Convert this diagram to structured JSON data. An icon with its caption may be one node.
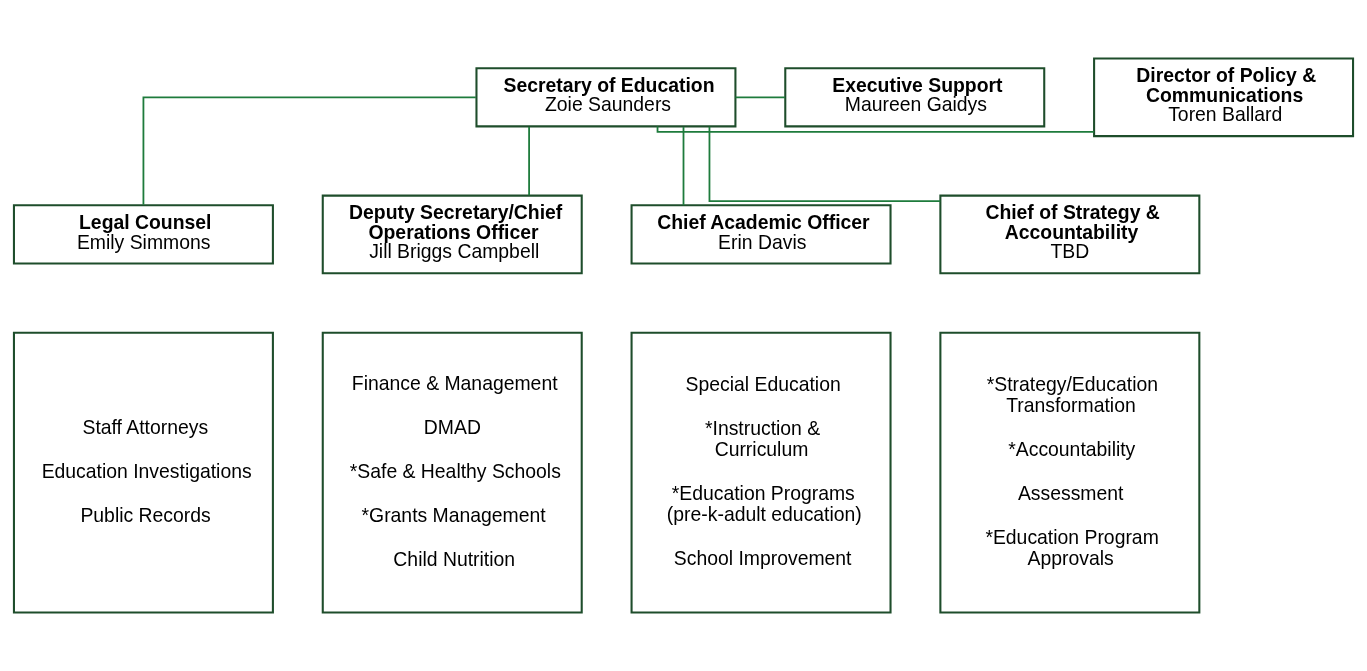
{
  "diagram": {
    "nodes": [
      {
        "text": [
          "Secretary of Education",
          "Zoie Saunders"
        ]
      },
      {
        "text": [
          "Director of Policy & Communications",
          "Toren Ballard"
        ]
      },
      {
        "text": [
          "Executive Support",
          "Maureen Gaidys"
        ]
      },
      {
        "text": [
          "Legal Counsel",
          "Emily Simmons"
        ]
      },
      {
        "text": [
          "Staff Attorneys",
          "Education Investigations",
          "Public Records"
        ]
      },
      {
        "text": [
          "Deputy Secretary/Chief Operations Officer",
          "Jill Briggs Campbell"
        ]
      },
      {
        "text": [
          "Finance & Management",
          "DMAD",
          "*Safe & Healthy Schools",
          "*Grants Management",
          "Child Nutrition"
        ]
      },
      {
        "text": [
          "Chief Academic Officer",
          "Erin Davis"
        ]
      },
      {
        "text": [
          "Special Education",
          "*Instruction & Curriculum",
          "*Education Programs (pre-k-adult education)",
          "School Improvement"
        ]
      },
      {
        "text": [
          "Chief of Strategy & Accountability",
          "TBD"
        ]
      },
      {
        "text": [
          "*Strategy/Education Transformation",
          "*Accountability",
          "Assessment",
          "*Education Program Approvals"
        ]
      }
    ],
    "edges": [
      {
        "from": 0,
        "to": 1,
        "arrow": "none"
      },
      {
        "from": 0,
        "to": 2,
        "arrow": "none"
      },
      {
        "from": 0,
        "to": 3,
        "arrow": "none"
      },
      {
        "from": 0,
        "to": 5,
        "arrow": "none"
      },
      {
        "from": 0,
        "to": 7,
        "arrow": "none"
      },
      {
        "from": 0,
        "to": 9,
        "arrow": "none"
      }
    ]
  }
}
